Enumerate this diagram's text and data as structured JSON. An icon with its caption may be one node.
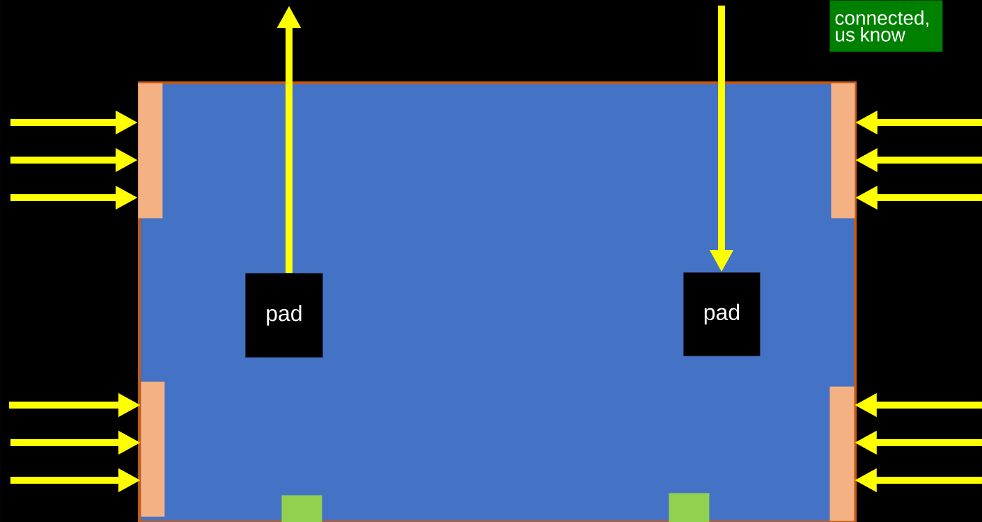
{
  "diagram": {
    "nodes": [
      {
        "text": [],
        "shape": "box"
      },
      {
        "text": [],
        "shape": "box",
        "in": 0
      },
      {
        "text": [],
        "shape": "box",
        "in": 0
      },
      {
        "text": [
          "pad"
        ],
        "in": 0
      },
      {
        "text": [
          "pad"
        ],
        "in": 0
      },
      {
        "text": [],
        "shape": "box",
        "in": 0
      },
      {
        "text": [],
        "shape": "box",
        "in": 0
      },
      {
        "text": [],
        "shape": "box",
        "in": 0
      },
      {
        "text": [],
        "shape": "box",
        "in": 0
      },
      {
        "text": [
          "connected, us know"
        ]
      }
    ],
    "edges": [
      {
        "from": null,
        "to": 1,
        "arrow": "to"
      },
      {
        "from": null,
        "to": 1,
        "arrow": "to"
      },
      {
        "from": null,
        "to": 1,
        "arrow": "to"
      },
      {
        "from": null,
        "to": 2,
        "arrow": "to"
      },
      {
        "from": null,
        "to": 2,
        "arrow": "to"
      },
      {
        "from": null,
        "to": 2,
        "arrow": "to"
      },
      {
        "from": 3,
        "to": null,
        "arrow": "to"
      },
      {
        "from": null,
        "to": 4,
        "arrow": "to"
      },
      {
        "from": null,
        "to": 5,
        "arrow": "to"
      },
      {
        "from": null,
        "to": 5,
        "arrow": "to"
      },
      {
        "from": null,
        "to": 5,
        "arrow": "to"
      },
      {
        "from": null,
        "to": 6,
        "arrow": "to"
      },
      {
        "from": null,
        "to": 6,
        "arrow": "to"
      },
      {
        "from": null,
        "to": 6,
        "arrow": "to"
      }
    ]
  }
}
